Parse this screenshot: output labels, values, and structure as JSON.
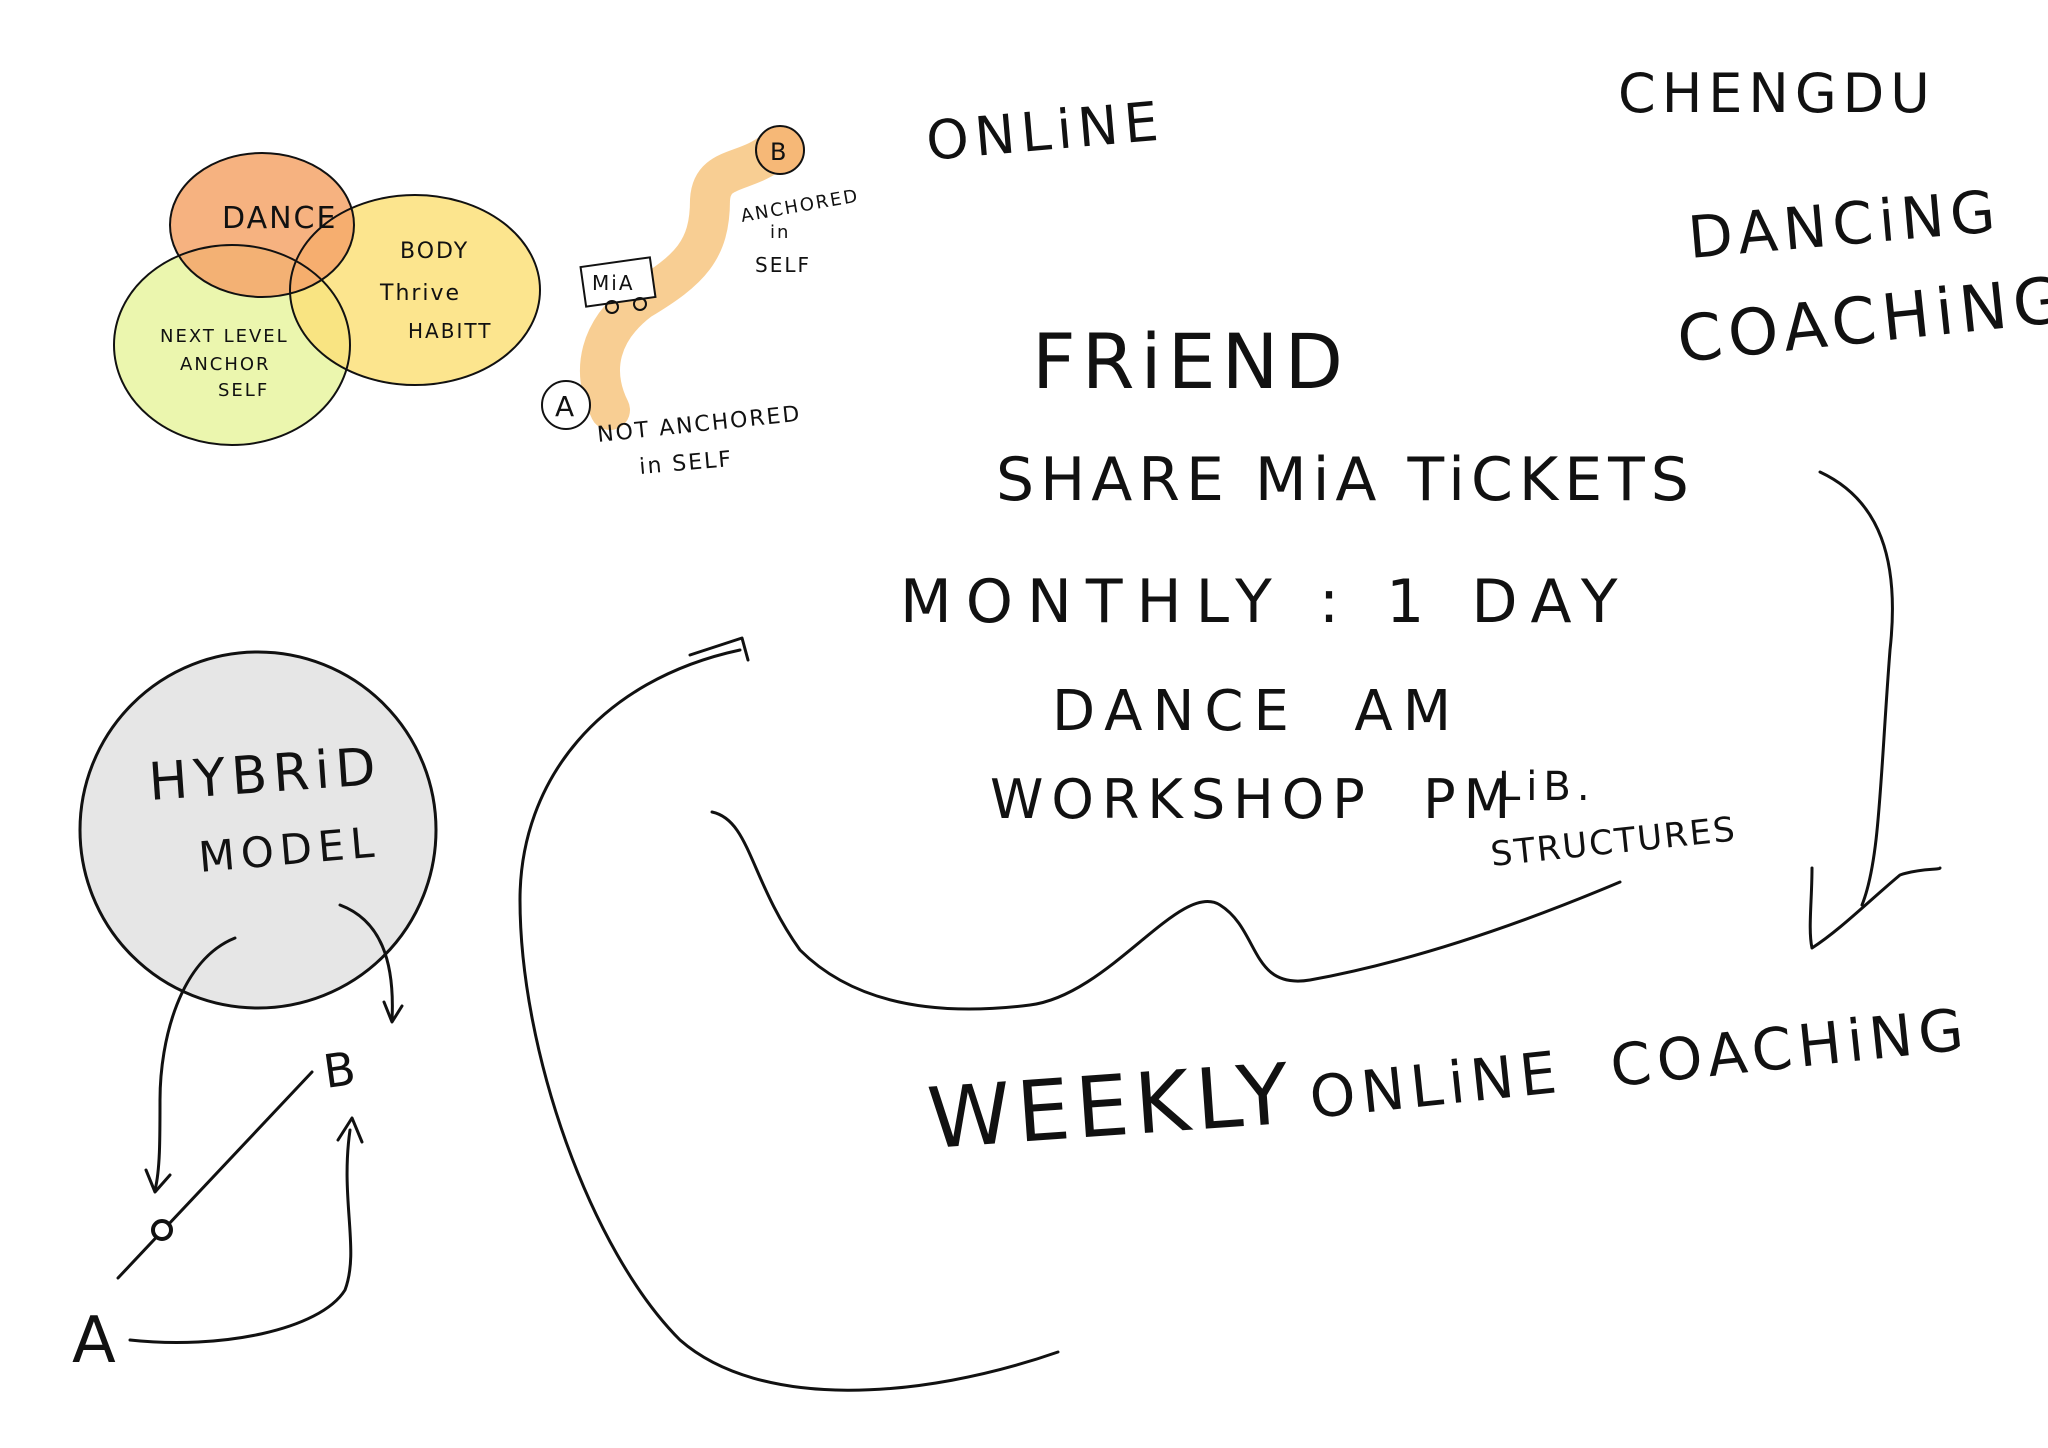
{
  "colors": {
    "ink": "#111111",
    "dance_fill": "#f4a46a",
    "habit_fill": "#fbe07a",
    "anchor_fill": "#e8f5a0",
    "path_highlight": "#f7c987",
    "node_fill": "#f6b877",
    "hybrid_fill": "#e6e6e6"
  },
  "venn": {
    "dance": "DANCE",
    "habit_line1": "BODY",
    "habit_line2": "Thrive",
    "habit_line3": "HABITT",
    "anchor_line1": "NEXT LEVEL",
    "anchor_line2": "ANCHOR",
    "anchor_line3": "SELF"
  },
  "journey": {
    "node_a": "A",
    "node_b": "B",
    "mia_label": "MiA",
    "anchored_line1": "ANCHORED",
    "anchored_line2": "in",
    "anchored_line3": "SELF",
    "not_anchored_line1": "NOT ANCHORED",
    "not_anchored_line2": "in SELF"
  },
  "notes": {
    "online": "ONLiNE",
    "chengdu": "CHENGDU",
    "dancing": "DANCiNG",
    "coaching": "COACHiNG",
    "friend": "FRiEND",
    "share": "SHARE MiA TiCKETS",
    "monthly": "MONTHLY : 1 DAY",
    "dance_am": "DANCE  AM",
    "workshop_pm": "WORKSHOP  PM",
    "lib": "LiB.",
    "structures": "STRUCTURES",
    "weekly": "WEEKLY",
    "online_coaching": "ONLiNE  COACHiNG"
  },
  "hybrid": {
    "line1": "HYBRiD",
    "line2": "MODEL",
    "point_a": "A",
    "point_b": "B"
  }
}
